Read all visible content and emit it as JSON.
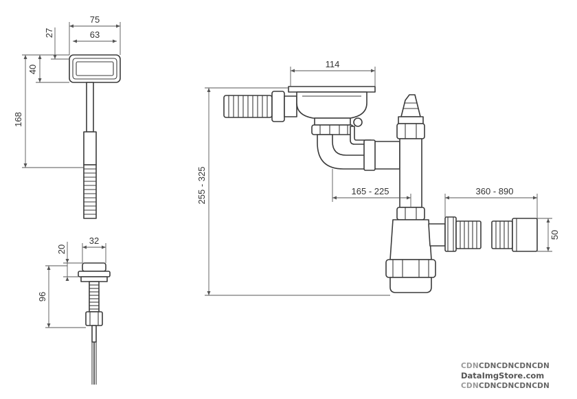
{
  "dimensions": {
    "handle_outer_width": "75",
    "handle_inner_width": "63",
    "handle_depth": "27",
    "handle_height": "40",
    "cable_length": "168",
    "plug_diameter": "32",
    "plug_flange": "20",
    "plug_thread": "96",
    "strainer_diameter": "114",
    "total_height": "255 - 325",
    "trap_offset": "165 - 225",
    "outlet_extension": "360 - 890",
    "outlet_diameter": "50"
  },
  "watermark": {
    "line1_a": "CDN",
    "line1_b": "CDNCDNCDNCDN",
    "line2": "DataImgStore.com",
    "line3_a": "CDN",
    "line3_b": "CDNCDNCDNCDN"
  }
}
